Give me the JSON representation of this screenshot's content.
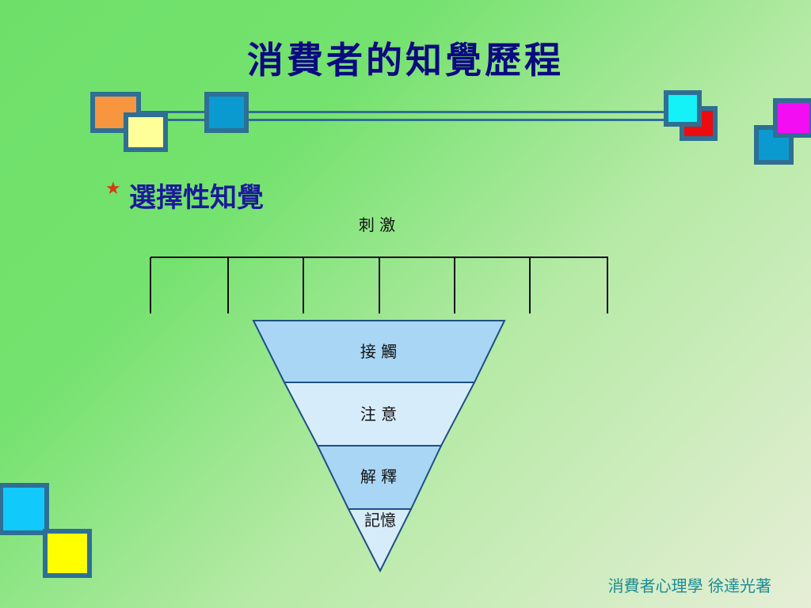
{
  "slide": {
    "title": "消費者的知覺歷程",
    "bullet_icon": "star-icon",
    "subtitle": "選擇性知覺",
    "footer": "消費者心理學  徐達光著"
  },
  "diagram": {
    "stimulus_label": "刺  激",
    "funnel_stages": [
      "接  觸",
      "注  意",
      "解  釋",
      "記憶"
    ]
  },
  "colors": {
    "title": "#0a0a80",
    "subtitle": "#1a1a99",
    "bullet": "#d33b12",
    "footer": "#1a8c94",
    "square_border": "#2e6f93",
    "stage_dark": "#a9d6f4",
    "stage_light": "#d7ecfb"
  }
}
